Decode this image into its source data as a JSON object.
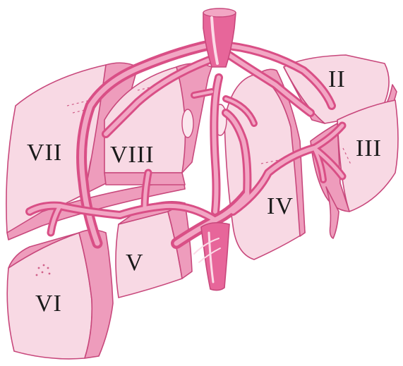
{
  "segments": [
    {
      "id": "II",
      "label": "II"
    },
    {
      "id": "III",
      "label": "III"
    },
    {
      "id": "IV",
      "label": "IV"
    },
    {
      "id": "V",
      "label": "V"
    },
    {
      "id": "VI",
      "label": "VI"
    },
    {
      "id": "VII",
      "label": "VII"
    },
    {
      "id": "VIII",
      "label": "VIII"
    }
  ],
  "colors": {
    "segment_face": "#f8d9e4",
    "segment_side": "#ee9cbc",
    "outline": "#c8487c",
    "vessel": "#d94f86",
    "vessel_highlight": "#f2a6c4",
    "label_text": "#1a1a1a"
  }
}
